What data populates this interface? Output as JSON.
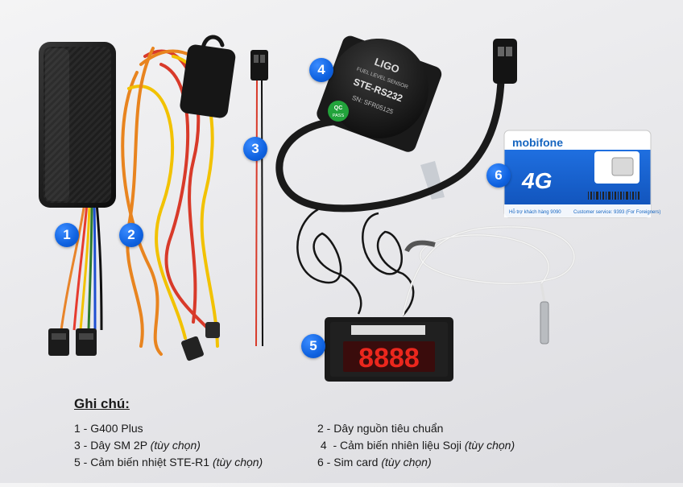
{
  "badges": [
    "1",
    "2",
    "3",
    "4",
    "5",
    "6"
  ],
  "sensor_label": {
    "brand": "LIGO",
    "line1": "FUEL LEVEL SENSOR",
    "model": "STE-RS232",
    "serial": "SN: SFR05125",
    "qc": "QC",
    "pass": "PASS"
  },
  "simcard": {
    "brand": "mobifone",
    "tech": "4G",
    "hotline_left": "Hỗ trợ khách hàng 9090",
    "hotline_right": "Customer service: 9393 (For Foreigners)"
  },
  "display_reading": "8888",
  "notes": {
    "title": "Ghi chú:",
    "rows": [
      {
        "left": {
          "text": "1 - G400 Plus",
          "opt": ""
        },
        "right": {
          "text": "2 - Dây nguồn tiêu chuẩn",
          "opt": ""
        }
      },
      {
        "left": {
          "text": "3 - Dây SM 2P ",
          "opt": "(tùy chọn)"
        },
        "right": {
          "text": " 4  - Cảm biến nhiên liệu Soji ",
          "opt": "(tùy chọn)"
        }
      },
      {
        "left": {
          "text": "5 - Cảm biến nhiệt STE-R1 ",
          "opt": "(tùy chọn)"
        },
        "right": {
          "text": "6 - Sim card ",
          "opt": "(tùy chọn)"
        }
      }
    ]
  },
  "colors": {
    "badge": "#0f62e0",
    "display": "#ff2a1f",
    "sim_blue": "#1565c0"
  }
}
